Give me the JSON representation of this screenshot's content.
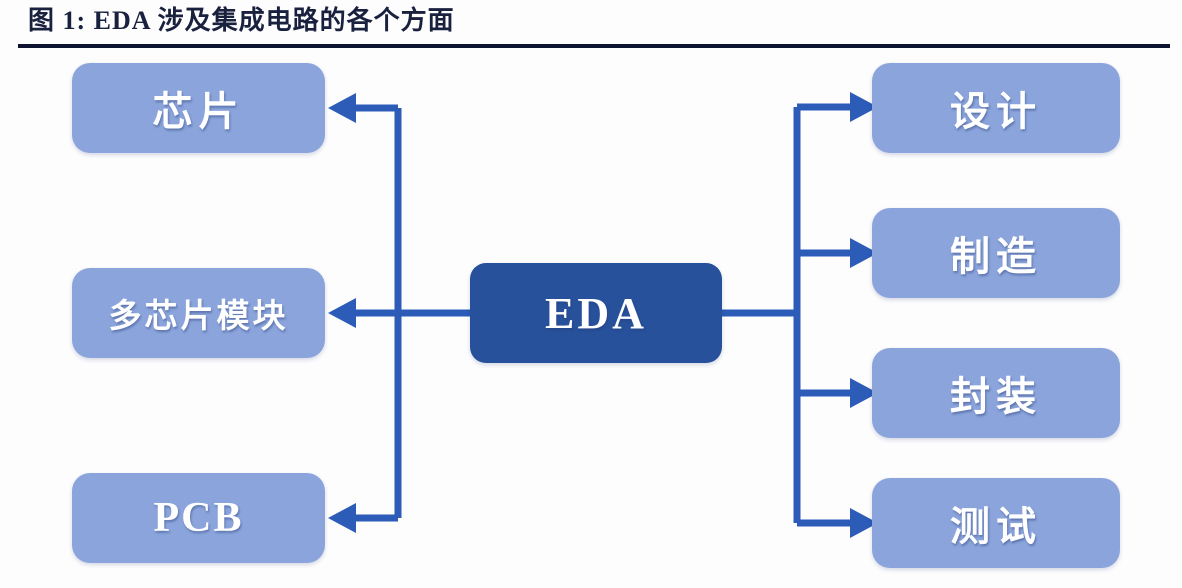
{
  "figure": {
    "title": "图 1: EDA 涉及集成电路的各个方面",
    "title_color": "#19213f",
    "rule_color": "#0d1430",
    "background": "#fdfdfe"
  },
  "palette": {
    "center_node_fill": "#27519b",
    "side_node_fill": "#8ba5dc",
    "connector": "#2c5cb8",
    "node_text": "#ffffff"
  },
  "diagram": {
    "type": "hub-and-spoke",
    "center": {
      "label": "EDA",
      "name": "eda-center-node"
    },
    "left_branch": {
      "direction": "incoming",
      "nodes": [
        {
          "label": "芯片",
          "name": "node-chip"
        },
        {
          "label": "多芯片模块",
          "name": "node-multi-chip-module"
        },
        {
          "label": "PCB",
          "name": "node-pcb"
        }
      ]
    },
    "right_branch": {
      "direction": "outgoing",
      "nodes": [
        {
          "label": "设计",
          "name": "node-design"
        },
        {
          "label": "制造",
          "name": "node-manufacturing"
        },
        {
          "label": "封装",
          "name": "node-packaging"
        },
        {
          "label": "测试",
          "name": "node-testing"
        }
      ]
    }
  }
}
